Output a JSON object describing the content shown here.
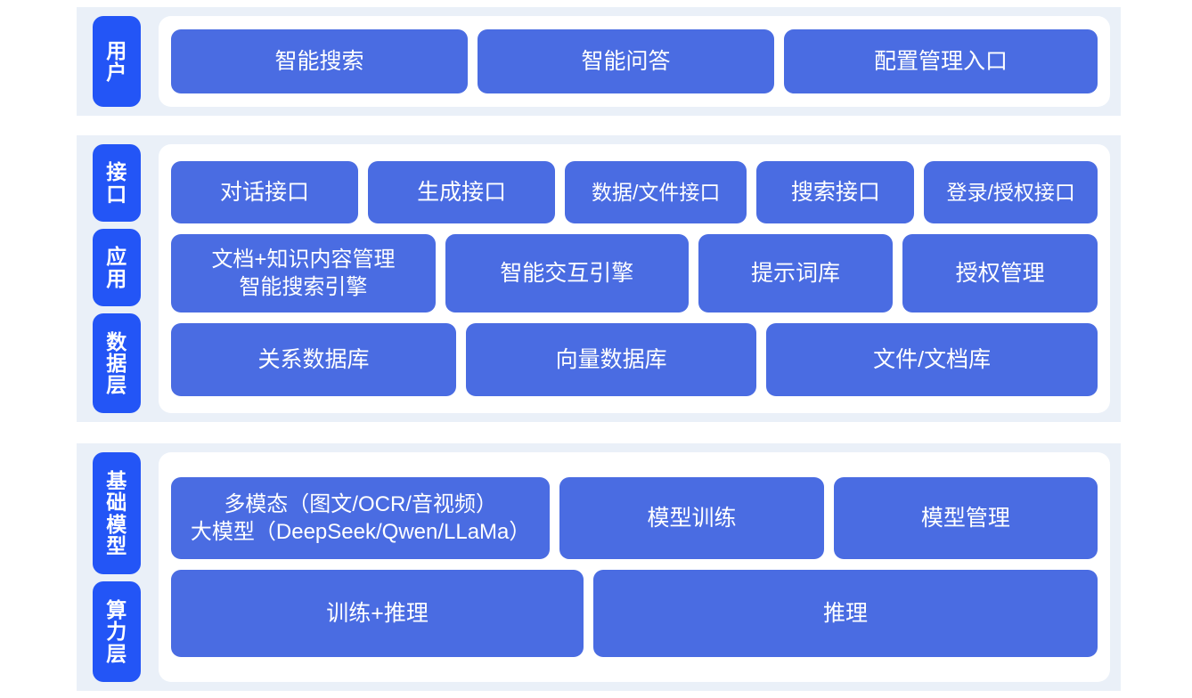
{
  "colors": {
    "page_background": "#ffffff",
    "band_background": "#eaf0f8",
    "panel_background": "#ffffff",
    "tab_blue": "#2355f6",
    "card_blue": "#4a6ce2",
    "card_text": "#ffffff"
  },
  "sections": [
    {
      "id": "user",
      "tabs": [
        "用户"
      ],
      "rows": [
        {
          "id": "user-entries",
          "cards": [
            {
              "label": "智能搜索",
              "flex": 1
            },
            {
              "label": "智能问答",
              "flex": 1
            },
            {
              "label": "配置管理入口",
              "flex": 1.06
            }
          ]
        }
      ]
    },
    {
      "id": "middle",
      "tabs": [
        "接口",
        "应用",
        "数据层"
      ],
      "rows": [
        {
          "id": "api-interfaces",
          "cards": [
            {
              "label": "对话接口",
              "flex": 1
            },
            {
              "label": "生成接口",
              "flex": 1
            },
            {
              "label": "数据/文件接口",
              "flex": 0.97
            },
            {
              "label": "搜索接口",
              "flex": 0.83
            },
            {
              "label": "登录/授权接口",
              "flex": 0.92
            }
          ]
        },
        {
          "id": "application-modules",
          "cards": [
            {
              "label": "文档+知识内容管理\n智能搜索引擎",
              "flex": 1.4,
              "multiline": true
            },
            {
              "label": "智能交互引擎",
              "flex": 1.28
            },
            {
              "label": "提示词库",
              "flex": 1.01
            },
            {
              "label": "授权管理",
              "flex": 1.01
            }
          ]
        },
        {
          "id": "data-stores",
          "cards": [
            {
              "label": "关系数据库",
              "flex": 1
            },
            {
              "label": "向量数据库",
              "flex": 1.02
            },
            {
              "label": "文件/文档库",
              "flex": 1.17
            }
          ]
        }
      ]
    },
    {
      "id": "foundation",
      "tabs": [
        "基础模型",
        "算力层"
      ],
      "rows": [
        {
          "id": "model-layer",
          "cards": [
            {
              "label": "多模态（图文/OCR/音视频）\n大模型（DeepSeek/Qwen/LLaMa）",
              "flex": 1.46,
              "multiline": true
            },
            {
              "label": "模型训练",
              "flex": 1.0
            },
            {
              "label": "模型管理",
              "flex": 1.0
            }
          ]
        },
        {
          "id": "compute-layer",
          "cards": [
            {
              "label": "训练+推理",
              "flex": 1
            },
            {
              "label": "推理",
              "flex": 1.23
            }
          ]
        }
      ]
    }
  ]
}
